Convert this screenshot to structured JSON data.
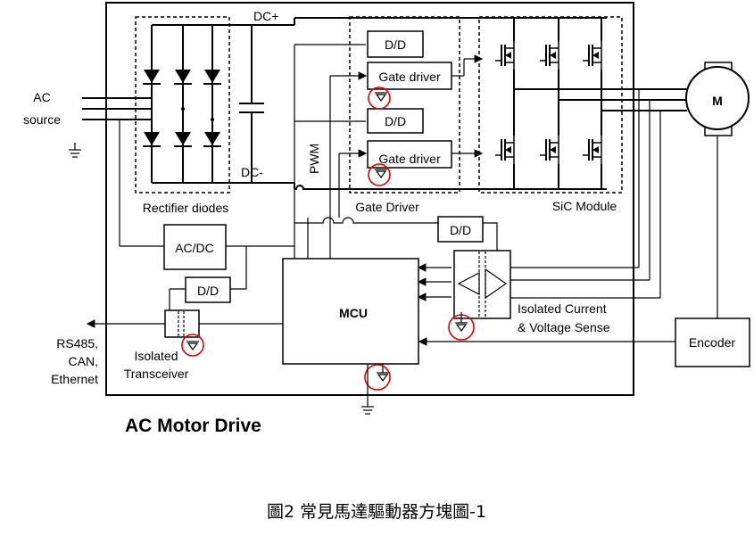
{
  "labels": {
    "ac_source": [
      "AC",
      "source"
    ],
    "dc_plus": "DC+",
    "dc_minus": "DC-",
    "pwm": "PWM",
    "rectifier": "Rectifier diodes",
    "gate_driver_block": "Gate  Driver",
    "sic_module": "SiC Module",
    "dd": "D/D",
    "gate_driver": "Gate  driver",
    "acdc": "AC/DC",
    "mcu": "MCU",
    "motor": "M",
    "encoder": "Encoder",
    "isolated_sense": [
      "Isolated  Current",
      "& Voltage  Sense"
    ],
    "isolated_transceiver": [
      "Isolated",
      "Transceiver"
    ],
    "comm": [
      "RS485,",
      "CAN,",
      "Ethernet"
    ],
    "drive_title": "AC Motor Drive",
    "caption": "圖2 常見馬達驅動器方塊圖-1"
  }
}
